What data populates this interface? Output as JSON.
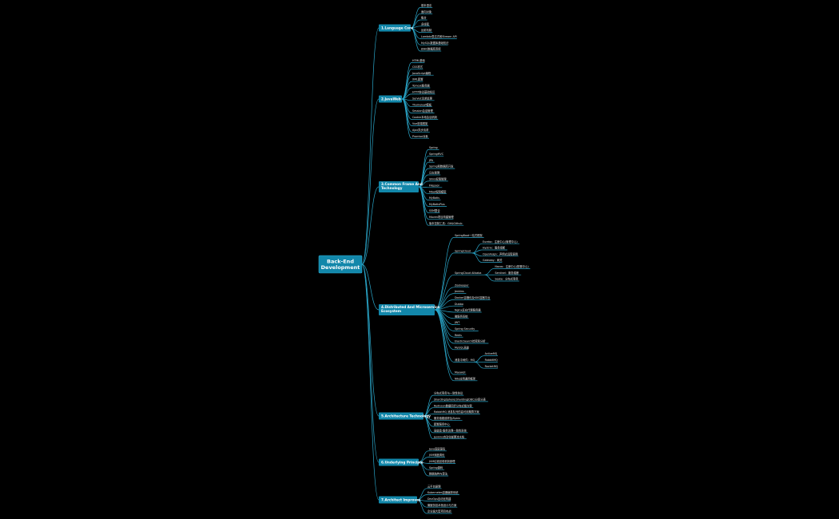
{
  "colors": {
    "background": "#000000",
    "node": "#1287aa",
    "root_node": "#1287aa",
    "connector": "#2aa6c9",
    "leaf_text": "#e8e8e8"
  },
  "mindmap": {
    "root": "Back-End Development",
    "branches": [
      {
        "label": "1.Language Core",
        "items": [
          {
            "label": "基本语法"
          },
          {
            "label": "面向对象"
          },
          {
            "label": "集合"
          },
          {
            "label": "多线程"
          },
          {
            "label": "反射机制"
          },
          {
            "label": "Lambda表达式和Stream API"
          },
          {
            "label": "MySQL数据库基础知识"
          },
          {
            "label": "JDBC数据库连接"
          }
        ]
      },
      {
        "label": "2.JavaWeb",
        "items": [
          {
            "label": "HTML基础"
          },
          {
            "label": "CSS样式"
          },
          {
            "label": "JavaScript编程"
          },
          {
            "label": "XML配置"
          },
          {
            "label": "Tomcat服务器"
          },
          {
            "label": "HTTP协议基础知识"
          },
          {
            "label": "Servlet请求处理"
          },
          {
            "label": "Thymeleaf模板"
          },
          {
            "label": "Session会话管理"
          },
          {
            "label": "Cookie本地会话机制"
          },
          {
            "label": "Vue前端框架"
          },
          {
            "label": "Ajax异步请求"
          },
          {
            "label": "Promise对象"
          }
        ]
      },
      {
        "label": "3.Common Frame And Technology",
        "items": [
          {
            "label": "Spring"
          },
          {
            "label": "SpringMVC"
          },
          {
            "label": "JPA"
          },
          {
            "label": "Spring和数据库开发"
          },
          {
            "label": "日志管理"
          },
          {
            "label": "Shiro权限管理"
          },
          {
            "label": "Filepool"
          },
          {
            "label": "Mbat权限模型"
          },
          {
            "label": "MyBatis"
          },
          {
            "label": "MyBatisPlus"
          },
          {
            "label": "SSM整合"
          },
          {
            "label": "Maven项目构建管理"
          },
          {
            "label": "版本控制工具：Git&Github"
          }
        ]
      },
      {
        "label": "4.Distributed And Microservice Ecosystem",
        "items": [
          {
            "label": "SpringBoot一站式框架"
          },
          {
            "label": "SpringCloud",
            "children": [
              "Eureka：注册中心(管理中心)",
              "Hystrix：服务熔断",
              "OpenFeign：声明式远程调用",
              "Gateway：网关"
            ]
          },
          {
            "label": "SpringCloud Alibaba",
            "children": [
              "Nacos：注册中心(配置中心)",
              "Sentinel：服务熔断",
              "Seata：分布式事务"
            ]
          },
          {
            "label": "Zookeeper"
          },
          {
            "label": "Jenkins"
          },
          {
            "label": "Docker容器化及K8S容器平台"
          },
          {
            "label": "Dubbo"
          },
          {
            "label": "Nginx反向代理服务器"
          },
          {
            "label": "微服务系统"
          },
          {
            "label": "JWT"
          },
          {
            "label": "Spring Security"
          },
          {
            "label": "Redis"
          },
          {
            "label": "ElasticSearch检索和分析"
          },
          {
            "label": "MySQL高级"
          },
          {
            "label": "消息中间件：MQ",
            "children": [
              "ActiveMQ",
              "RabbitMQ",
              "RocketMQ"
            ]
          },
          {
            "label": "Maxwell"
          },
          {
            "label": "Nile应用通用框架"
          }
        ]
      },
      {
        "label": "5.Architecture Technology",
        "items": [
          {
            "label": "分布式事务与一致性协议"
          },
          {
            "label": "ShardingSphere(ShardingJDBC)分库分表"
          },
          {
            "label": "Redisson数据同步分布式锁方案"
          },
          {
            "label": "RabbitMQ 消息队列的高可用集群方案"
          },
          {
            "label": "服务链路追踪及Zipkin"
          },
          {
            "label": "配置服务中心"
          },
          {
            "label": "高级篇-服务治理一致性系统"
          },
          {
            "label": "Jenkins自动化部署流水线"
          }
        ]
      },
      {
        "label": "6.Underlying Principle",
        "items": [
          {
            "label": "Java底层源码"
          },
          {
            "label": "JVM深度调优"
          },
          {
            "label": "JVM垃圾回收机制原理"
          },
          {
            "label": "Spring源码"
          },
          {
            "label": "数据结构与算法"
          }
        ]
      },
      {
        "label": "7.Architect Improves",
        "items": [
          {
            "label": "云平台原理"
          },
          {
            "label": "Kubernetes容器编排系统"
          },
          {
            "label": "DevOps自动化构建"
          },
          {
            "label": "微服务技术栈设计与方案"
          },
          {
            "label": "企业级大型项目实战"
          }
        ]
      }
    ]
  }
}
